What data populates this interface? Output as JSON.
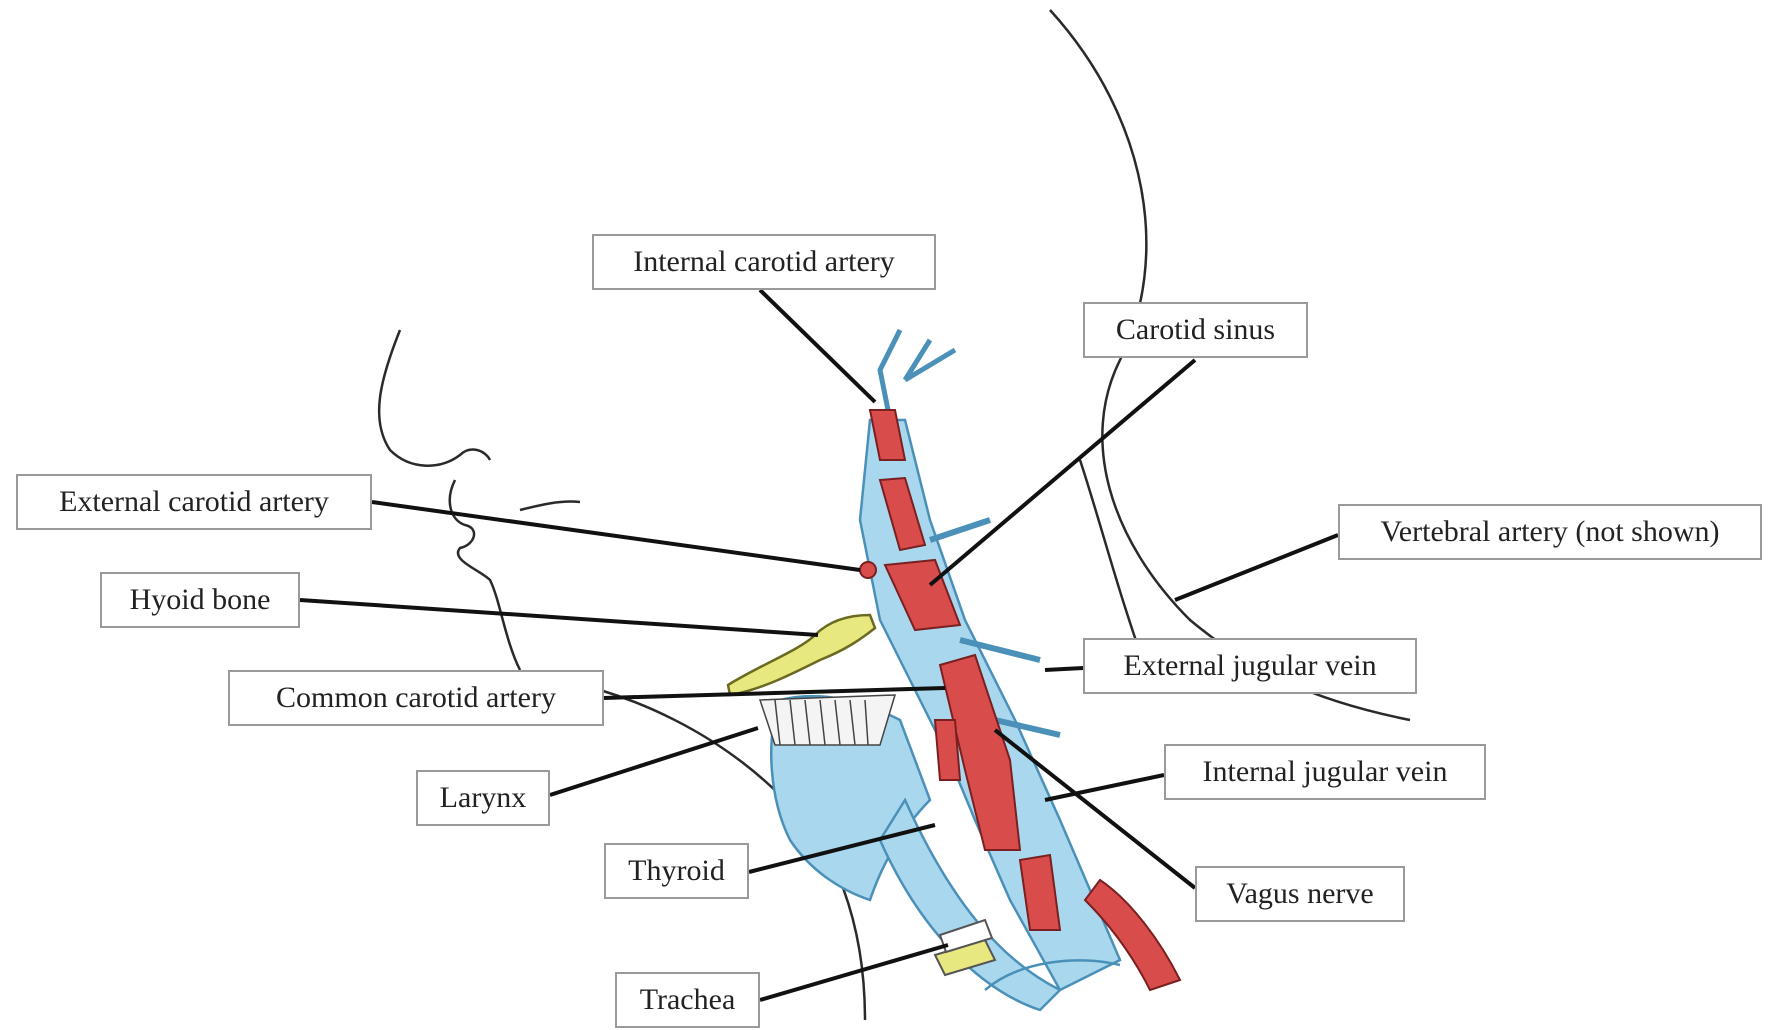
{
  "labels": {
    "internal_carotid_artery": "Internal carotid artery",
    "carotid_sinus": "Carotid sinus",
    "external_carotid_artery": "External carotid artery",
    "vertebral_artery": "Vertebral artery (not shown)",
    "hyoid_bone": "Hyoid bone",
    "external_jugular_vein": "External jugular vein",
    "common_carotid_artery": "Common carotid artery",
    "internal_jugular_vein": "Internal jugular vein",
    "larynx": "Larynx",
    "thyroid": "Thyroid",
    "vagus_nerve": "Vagus nerve",
    "trachea": "Trachea"
  },
  "colors": {
    "vein_blue": "#a9d8ee",
    "vein_outline": "#4a90b8",
    "artery_red": "#d94c4c",
    "hyoid_yellow": "#e8e880",
    "outline": "#2a2a2a",
    "leader": "#111111"
  }
}
